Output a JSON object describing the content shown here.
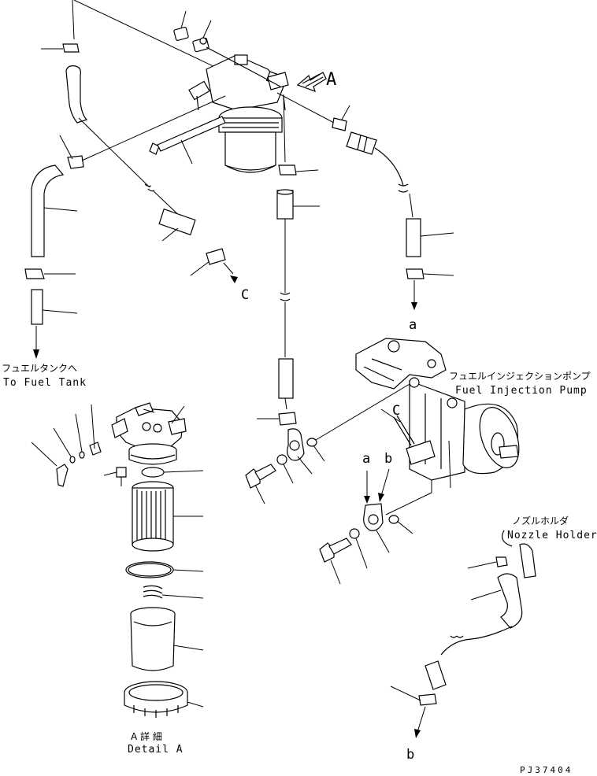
{
  "labels": {
    "view_a": "A",
    "ref_c_upper": "C",
    "ref_c_pump": "C",
    "ref_a_upper": "a",
    "ref_a_pump": "a",
    "ref_b_pump": "b",
    "ref_b_lower": "b"
  },
  "fuel_tank": {
    "jp": "フュエルタンクへ",
    "en": "To Fuel Tank"
  },
  "injection_pump": {
    "jp": "フュエルインジェクションポンプ",
    "en": "Fuel Injection Pump"
  },
  "nozzle_holder": {
    "jp": "ノズルホルダ",
    "en": "Nozzle Holder"
  },
  "detail_a": {
    "jp": "A 詳 細",
    "en": "Detail A"
  },
  "drawing_code": "PJ37404",
  "colors": {
    "ink": "#000000",
    "paper": "#ffffff"
  }
}
